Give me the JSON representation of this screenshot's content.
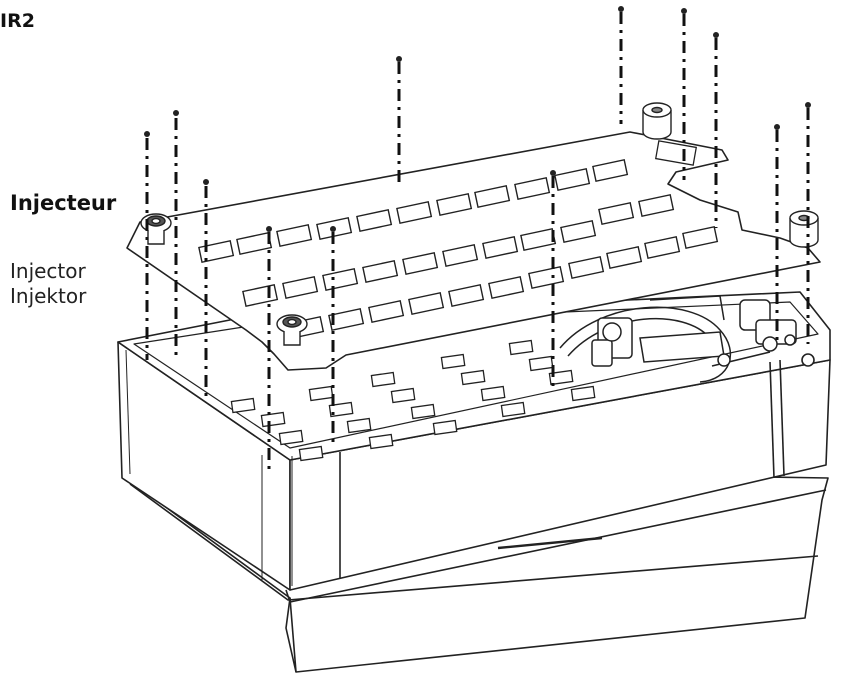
{
  "figure": {
    "label": "IR2"
  },
  "callout": {
    "part_fr": "Injecteur",
    "part_en": "Injector",
    "part_de": "Injektor"
  }
}
